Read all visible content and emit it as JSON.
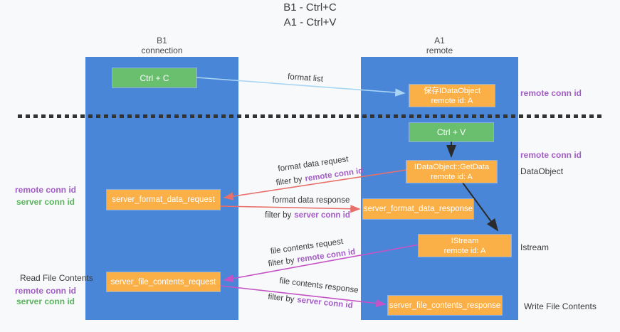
{
  "title": {
    "line1": "B1 - Ctrl+C",
    "line2": "A1 - Ctrl+V"
  },
  "lanes": {
    "left": {
      "name": "B1",
      "role": "connection"
    },
    "right": {
      "name": "A1",
      "role": "remote"
    }
  },
  "nodes": {
    "ctrl_c": {
      "label": "Ctrl + C"
    },
    "ctrl_v": {
      "label": "Ctrl + V"
    },
    "save_dataobject": {
      "line1": "保存IDataObject",
      "line2": "remote id: A"
    },
    "getdata": {
      "line1": "IDataObject::GetData",
      "line2": "remote id: A"
    },
    "istream": {
      "line1": "IStream",
      "line2": "remote id: A"
    },
    "format_request": {
      "label": "server_format_data_request"
    },
    "format_response": {
      "label": "server_format_data_response"
    },
    "file_request": {
      "label": "server_file_contents_request"
    },
    "file_response": {
      "label": "server_file_contents_response"
    }
  },
  "annotations": {
    "right": {
      "remote_conn_id_top": "remote conn id",
      "remote_conn_id_mid": "remote conn id",
      "dataobject": "DataObject",
      "istream": "Istream",
      "write_file_contents": "Write File Contents"
    },
    "left": {
      "remote_conn_id_1": "remote conn id",
      "server_conn_id_1": "server conn id",
      "read_file_contents": "Read File Contents",
      "remote_conn_id_2": "remote conn id",
      "server_conn_id_2": "server conn id"
    }
  },
  "edges": {
    "format_list": {
      "label": "format list"
    },
    "format_data_request": {
      "label": "format data request",
      "filter_prefix": "filter by",
      "filter_key": "remote conn id"
    },
    "format_data_response": {
      "label": "format data response",
      "filter_prefix": "filter by",
      "filter_key": "server conn id"
    },
    "file_contents_request": {
      "label": "file contents request",
      "filter_prefix": "filter by",
      "filter_key": "remote conn id"
    },
    "file_contents_response": {
      "label": "file contents response",
      "filter_prefix": "filter by",
      "filter_key": "server conn id"
    }
  },
  "colors": {
    "lane_blue": "#4a86d8",
    "node_green": "#6abf6e",
    "node_orange": "#fbaf47",
    "conn_purple": "#a35dc6",
    "conn_green": "#58b55c",
    "arrow_light_blue": "#a9d5f5",
    "arrow_salmon": "#e8706a",
    "arrow_magenta": "#c653c6",
    "arrow_black": "#2b2b2b",
    "background": "#f8f9fa"
  }
}
